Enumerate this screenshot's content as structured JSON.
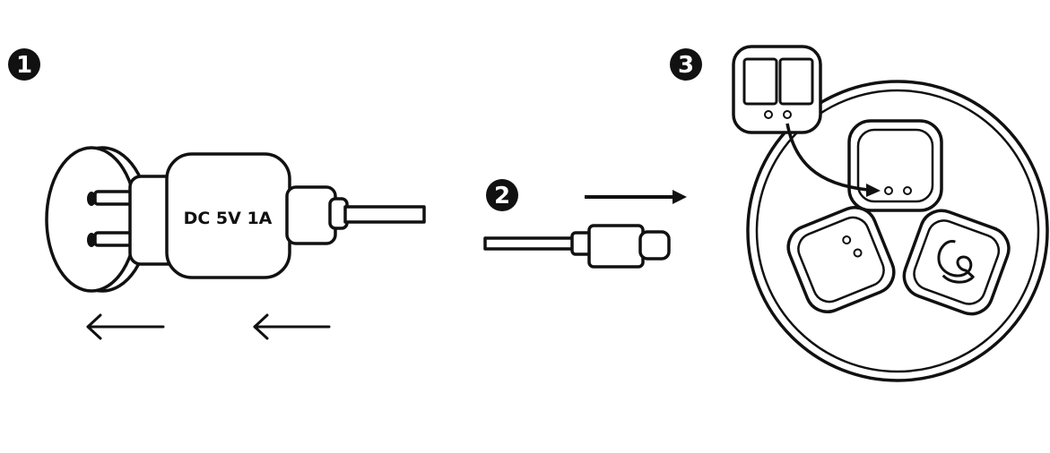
{
  "steps": [
    {
      "number": "1"
    },
    {
      "number": "2"
    },
    {
      "number": "3"
    }
  ],
  "adapter": {
    "label": "DC 5V 1A"
  },
  "colors": {
    "ink": "#111111",
    "paper": "#ffffff"
  },
  "icons": [
    "step-1-badge",
    "step-2-badge",
    "step-3-badge",
    "plug-adapter-icon",
    "usb-cable-icon",
    "charging-case-icon",
    "earbud-icon"
  ]
}
